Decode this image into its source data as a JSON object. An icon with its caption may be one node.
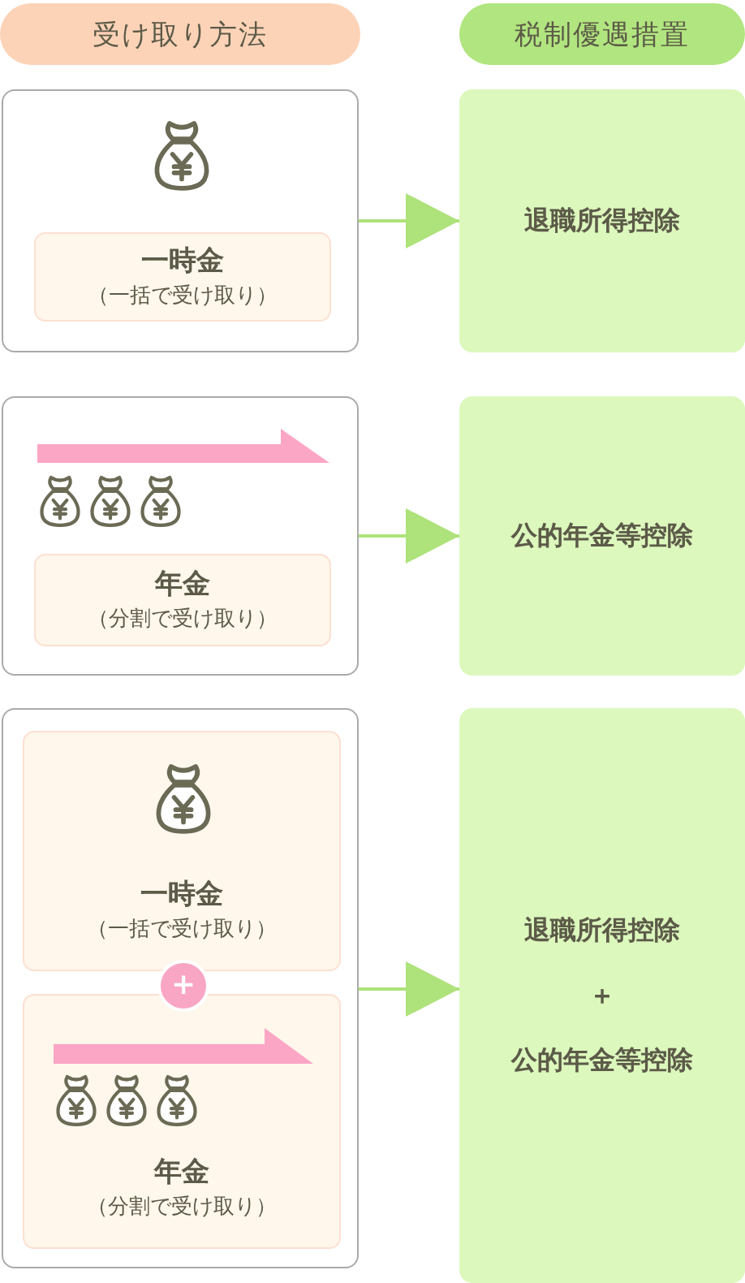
{
  "diagram": {
    "nodes": [
      {
        "text": [
          "受け取り方法"
        ]
      },
      {
        "text": [
          "税制優遇措置"
        ]
      },
      {
        "text": [],
        "shape": "box"
      },
      {
        "text": [
          "一時金",
          "（一括で受け取り）"
        ],
        "in": 2
      },
      {
        "text": [
          "退職所得控除"
        ]
      },
      {
        "text": [],
        "shape": "box"
      },
      {
        "text": [
          "年金",
          "（分割で受け取り）"
        ],
        "in": 5
      },
      {
        "text": [
          "公的年金等控除"
        ]
      },
      {
        "text": [],
        "shape": "box"
      },
      {
        "text": [
          "一時金",
          "（一括で受け取り）"
        ],
        "in": 8
      },
      {
        "text": [
          "+"
        ],
        "in": 8
      },
      {
        "text": [
          "年金",
          "（分割で受け取り）"
        ],
        "in": 8
      },
      {
        "text": [
          "退職所得控除",
          "＋",
          "公的年金等控除"
        ]
      }
    ],
    "edges": [
      {
        "from": 2,
        "to": 4,
        "arrow": "to"
      },
      {
        "from": 5,
        "to": 7,
        "arrow": "to"
      },
      {
        "from": 8,
        "to": 12,
        "arrow": "to"
      }
    ]
  }
}
